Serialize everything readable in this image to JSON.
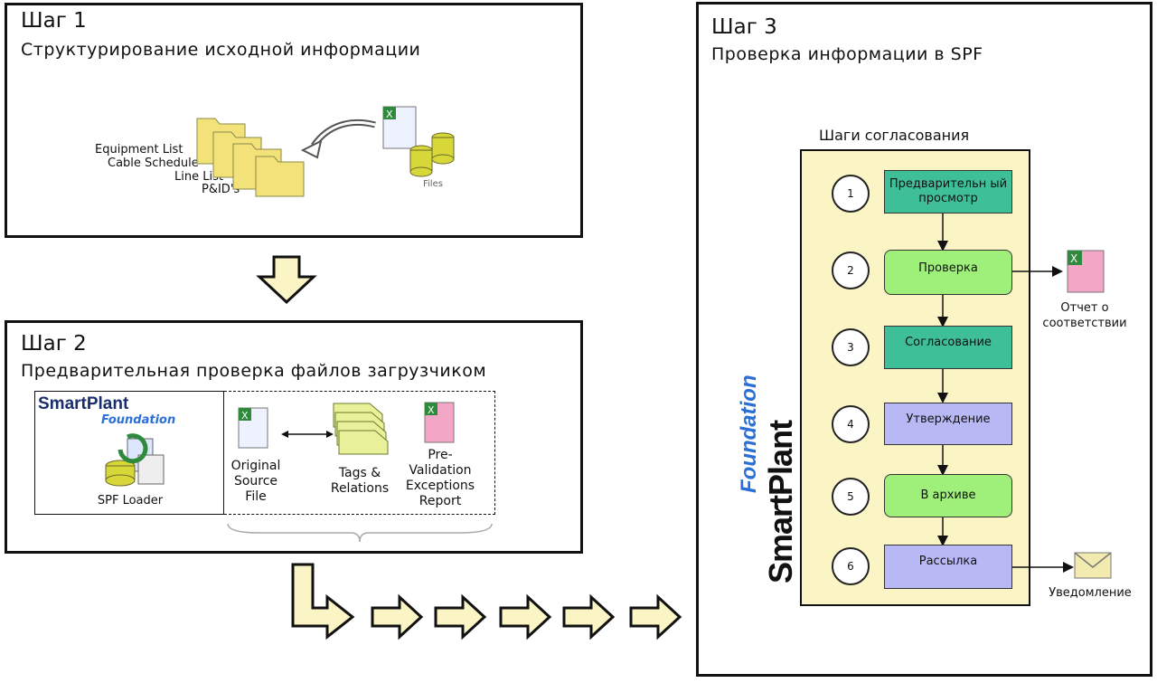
{
  "step1": {
    "title": "Шаг 1",
    "subtitle": "Структурирование исходной информации",
    "folders": [
      "Equipment List",
      "Cable Schedule",
      "Line List",
      "P&ID's"
    ],
    "files_label": "Files"
  },
  "step2": {
    "title": "Шаг 2",
    "subtitle": "Предварительная проверка файлов загрузчиком",
    "logo_main": "SmartPlant",
    "logo_sub": "Foundation",
    "loader_label": "SPF Loader",
    "items": [
      {
        "label": "Original Source File"
      },
      {
        "label": "Tags & Relations"
      },
      {
        "label": "Pre-Validation Exceptions Report"
      }
    ]
  },
  "step3": {
    "title": "Шаг 3",
    "subtitle": "Проверка информации в SPF",
    "panel_title": "Шаги согласования",
    "vertical_logo_main": "SmartPlant",
    "vertical_logo_sub": "Foundation",
    "steps": [
      {
        "num": "1",
        "label": "Предварительн ый просмотр",
        "color": "#3fbf98"
      },
      {
        "num": "2",
        "label": "Проверка",
        "color": "#9ef07a"
      },
      {
        "num": "3",
        "label": "Согласование",
        "color": "#3fbf98"
      },
      {
        "num": "4",
        "label": "Утверждение",
        "color": "#b8b8f4"
      },
      {
        "num": "5",
        "label": "В архиве",
        "color": "#9ef07a"
      },
      {
        "num": "6",
        "label": "Рассылка",
        "color": "#b8b8f4"
      }
    ],
    "report_label": "Отчет о соответствии",
    "notify_label": "Уведомление"
  }
}
